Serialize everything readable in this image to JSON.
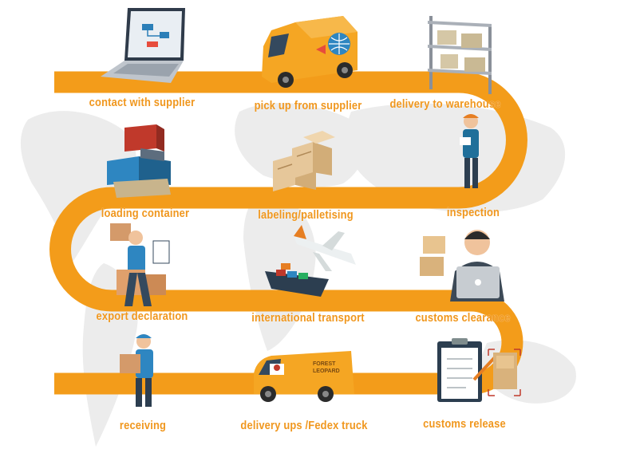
{
  "colors": {
    "road": "#f39c1a",
    "label": "#f0971e",
    "map": "#ececec"
  },
  "steps": [
    {
      "label": "contact with supplier",
      "icon": "laptop-icon"
    },
    {
      "label": "pick up from supplier",
      "icon": "van-icon"
    },
    {
      "label": "delivery to warehouse",
      "icon": "warehouse-shelf-icon"
    },
    {
      "label": "inspection",
      "icon": "inspector-icon"
    },
    {
      "label": "labeling/palletising",
      "icon": "crates-icon"
    },
    {
      "label": "loading container",
      "icon": "containers-icon"
    },
    {
      "label": "export declaration",
      "icon": "worker-carrying-box-icon"
    },
    {
      "label": "international  transport",
      "icon": "plane-and-ship-icon"
    },
    {
      "label": "customs clearance",
      "icon": "customs-agent-icon"
    },
    {
      "label": "customs release",
      "icon": "clipboard-icon"
    },
    {
      "label": "delivery ups /Fedex truck",
      "icon": "delivery-truck-icon"
    },
    {
      "label": "receiving",
      "icon": "courier-icon"
    }
  ],
  "truck_brand": [
    "FOREST",
    "LEOPARD"
  ]
}
